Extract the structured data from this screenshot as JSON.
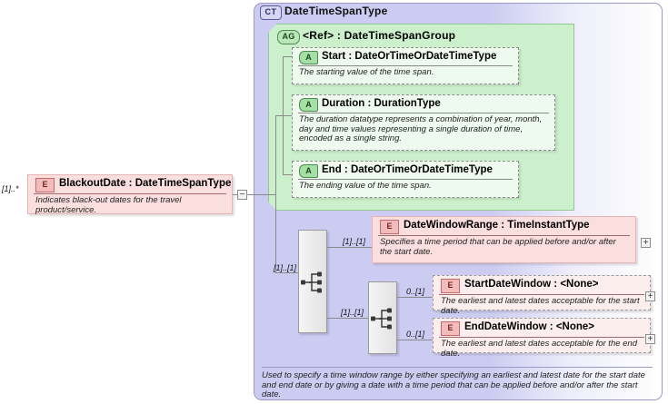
{
  "diagram": {
    "kind": "xsd-schema-diagram",
    "colors": {
      "complex_type_fill": "#ccccf2",
      "attribute_group_fill": "#ccf0cc",
      "element_fill": "#fbdede",
      "attribute_fill": "#eefaee",
      "connector_line": "#8a8a8a"
    }
  },
  "complex_type": {
    "badge": "CT",
    "badge_name": "complex-type-badge",
    "title": "DateTimeSpanType",
    "documentation": "Used to specify a time window range by either specifying an earliest and latest date for the start date and end date or by giving a date with a time period that can be applied before and/or after the start date."
  },
  "root_element": {
    "badge": "E",
    "name": "BlackoutDate",
    "separator": ":",
    "type": "DateTimeSpanType",
    "title": "BlackoutDate : DateTimeSpanType",
    "description": "Indicates black-out dates for the travel product/service.",
    "cardinality": "[1]..*",
    "collapse_button": "−"
  },
  "attribute_group": {
    "badge": "AG",
    "name": "<Ref>",
    "separator": ":",
    "type": "DateTimeSpanGroup",
    "title": "<Ref>        : DateTimeSpanGroup",
    "attributes": [
      {
        "badge": "A",
        "name": "Start",
        "separator": ":",
        "type": "DateOrTimeOrDateTimeType",
        "title": "Start        : DateOrTimeOrDateTimeType",
        "description": "The starting value of the time span."
      },
      {
        "badge": "A",
        "name": "Duration",
        "separator": ":",
        "type": "DurationType",
        "title": "Duration : DurationType",
        "description": "The duration datatype represents a combination of year, month, day and time values representing a single duration of time, encoded as a single string."
      },
      {
        "badge": "A",
        "name": "End",
        "separator": ":",
        "type": "DateOrTimeOrDateTimeType",
        "title": "End        : DateOrTimeOrDateTimeType",
        "description": "The ending value of the time span."
      }
    ]
  },
  "compositors": [
    {
      "name": "outer-choice",
      "glyph": "choice-icon",
      "incoming_cardinality": "[1]..[1]"
    },
    {
      "name": "inner-choice",
      "glyph": "choice-icon",
      "incoming_cardinality": "[1]..[1]"
    }
  ],
  "child_elements": [
    {
      "badge": "E",
      "name": "DateWindowRange",
      "separator": ":",
      "type": "TimeInstantType",
      "title": "DateWindowRange : TimeInstantType",
      "description": "Specifies a time period that can be applied before and/or after the start date.",
      "cardinality": "[1]..[1]",
      "style": "solid",
      "expand_button": "+"
    },
    {
      "badge": "E",
      "name": "StartDateWindow",
      "separator": ":",
      "type": "<None>",
      "title": "StartDateWindow : <None>",
      "description": "The earliest and latest dates acceptable for the start date.",
      "cardinality": "0..[1]",
      "style": "dashed",
      "expand_button": "+"
    },
    {
      "badge": "E",
      "name": "EndDateWindow",
      "separator": ":",
      "type": "<None>",
      "title": "EndDateWindow : <None>",
      "description": "The earliest and latest dates acceptable for the end date.",
      "cardinality": "0..[1]",
      "style": "dashed",
      "expand_button": "+"
    }
  ]
}
